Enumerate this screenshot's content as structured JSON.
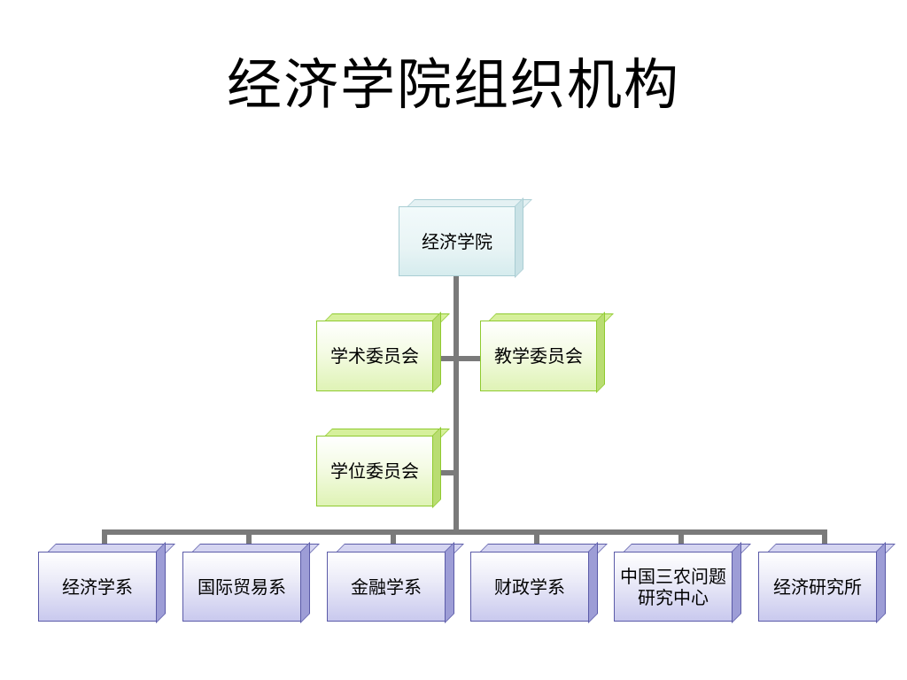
{
  "slide": {
    "title": "经济学院组织机构"
  },
  "org_chart": {
    "root": "经济学院",
    "committees": [
      "学术委员会",
      "教学委员会",
      "学位委员会"
    ],
    "departments": [
      "经济学系",
      "国际贸易系",
      "金融学系",
      "财政学系",
      "中国三农问题研究中心",
      "经济研究所"
    ]
  },
  "colors": {
    "root_fill": "#e8f4f5",
    "committee_fill": "#dff3b5",
    "department_fill": "#c9c9ee",
    "connector": "#7a7a7a"
  }
}
